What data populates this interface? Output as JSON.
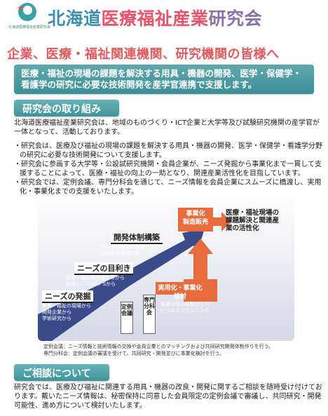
{
  "header": {
    "logo_caption": "北海道医療福祉産業研究会",
    "title_part1": "北海道",
    "title_part2": "医療福祉",
    "title_part3": "産業",
    "title_part4": "研究会"
  },
  "subtitle": "企業、医療・福祉関連機関、研究機関の皆様へ",
  "banner": "医療・福祉の現場の課題を解決する用具・機器の開発、医学・保健学・看護学の研究に必要な技術開発を産学官連携で支援します。",
  "section1": {
    "heading": "研究会の取り組み",
    "intro": "北海道医療福祉産業研究会は、地域のものづくり・ICT企業と大学等及び試験研究機関の産学官が一体となって、活動しております。",
    "bullets": [
      "研究会は、医療及び福祉の現場の課題を解決する用具・機器の開発、医学・保健学・看護学分野の研究に必要な技術開発について支援します。",
      "研究会に参画する大学等・公設試研究機関・会員企業が、ニーズ発掘から事業化まで一貫して支援することによって、医療・福祉の向上の一助となり、関連産業活性化を目指しています。",
      "研究会では、定例会議、専門分科会を通じて、ニーズ情報を会員企業にスムーズに橋渡し、実用化・事業化までの支援をいたします。"
    ]
  },
  "diagram": {
    "stage1": {
      "title": "ニーズの発掘",
      "items": [
        "医療・福祉の現場から",
        "開発企業から",
        "学術研究から"
      ]
    },
    "stage2": {
      "title": "ニーズの目利き",
      "items": [
        "医療・福祉関連商社等から",
        "技術シーズのF／Sから"
      ]
    },
    "stage3": {
      "title": "開発体制構築",
      "items": [
        "共同研究開発の支援",
        "補助金等申請支援"
      ]
    },
    "center_box": "実用化・事業化検討",
    "center_items": [
      "事業化等の体制づくり",
      "ビジネスプランニング"
    ],
    "top_box": "事業化\n製造販売",
    "goal": "医療・福祉現場の課題解決と関連産業の活性化",
    "meeting1": "定例会議",
    "meeting2": "専門分科会"
  },
  "notes": [
    "定例会議：ニーズ情報と技術情報の交換や会員企業とのマッチングおよび共同研究開発体制作りを行う。",
    "専門分科会：定例会議の審議を受けて、共同研究・開発並びに事業化検討を行う。"
  ],
  "section2": {
    "heading": "ご相談について",
    "body": "研究会では、医療及び福祉に関連する用具・機器の改良・開発に関するご相談を随時受け付けております。戴いたニーズ情報は、秘密保持に同意した会員限定の定例会議で審議し、共同研究・開発可能性、進め方について検討いたします。"
  },
  "colors": {
    "teal": "#3f9399",
    "title_blue": "#3f8fb3",
    "title_pink": "#e4566b",
    "subtitle_red": "#e15a5f",
    "arrow_orange": "#e86b3d",
    "arrow_navy": "#3a4a8a"
  }
}
